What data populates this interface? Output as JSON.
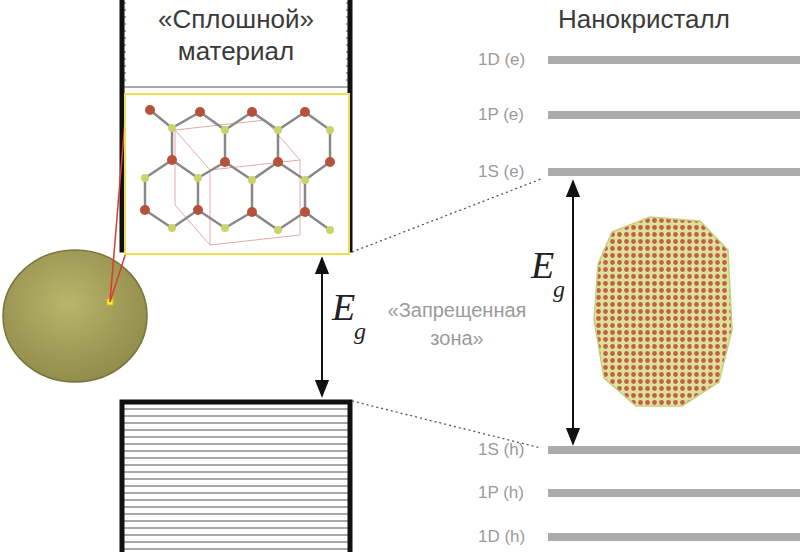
{
  "diagram": {
    "labels": [
      "«Сплошной» материал",
      "Нанокристалл",
      "1D (e)",
      "1P (e)",
      "1S (e)",
      "1S (h)",
      "1P (h)",
      "1D (h)",
      "E",
      "g",
      "«Запрещенная зона»",
      "E",
      "g"
    ]
  }
}
